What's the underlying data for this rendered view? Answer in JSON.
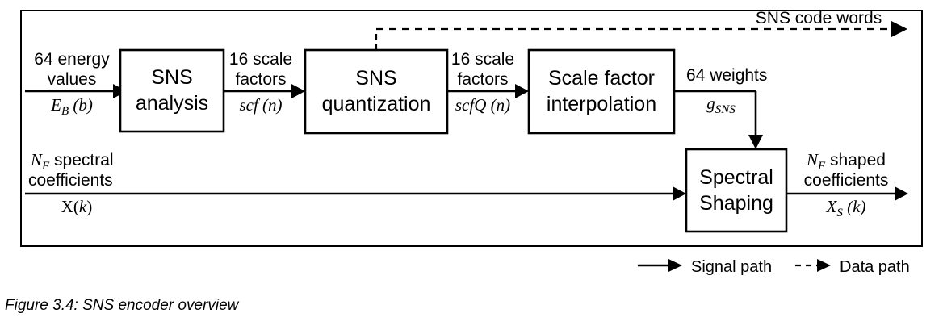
{
  "figure": {
    "caption": "Figure 3.4: SNS encoder overview"
  },
  "blocks": {
    "sns_analysis": "SNS\nanalysis",
    "sns_analysis_line1": "SNS",
    "sns_analysis_line2": "analysis",
    "sns_quantization_line1": "SNS",
    "sns_quantization_line2": "quantization",
    "scale_factor_interpolation_line1": "Scale factor",
    "scale_factor_interpolation_line2": "interpolation",
    "spectral_shaping_line1": "Spectral",
    "spectral_shaping_line2": "Shaping"
  },
  "edges": {
    "input_energy_line1": "64 energy",
    "input_energy_line2": "values",
    "input_energy_symbol_base": "E",
    "input_energy_symbol_sub": "B",
    "input_energy_symbol_arg": "(b)",
    "scf_line1": "16 scale",
    "scf_line2": "factors",
    "scf_symbol": "scf",
    "scf_symbol_arg": "(n)",
    "scfq_line1": "16 scale",
    "scfq_line2": "factors",
    "scfq_symbol": "scf",
    "scfq_symbol_q": "Q",
    "scfq_symbol_arg": "(n)",
    "weights_label": "64 weights",
    "weights_symbol_base": "g",
    "weights_symbol_sub": "SNS",
    "spectral_in_line1_n": "N",
    "spectral_in_line1_sub": "F",
    "spectral_in_line1_rest": " spectral",
    "spectral_in_line2": "coefficients",
    "spectral_in_symbol_base": "X",
    "spectral_in_symbol_arg_open": "(",
    "spectral_in_symbol_arg_k": "k",
    "spectral_in_symbol_arg_close": ")",
    "spectral_out_line1_n": "N",
    "spectral_out_line1_sub": "F",
    "spectral_out_line1_rest": " shaped",
    "spectral_out_line2": "coefficients",
    "spectral_out_symbol_base": "X",
    "spectral_out_symbol_sub": "S",
    "spectral_out_symbol_arg": "(k)",
    "code_words_label": "SNS code words"
  },
  "legend": {
    "signal_path": "Signal path",
    "data_path": "Data path"
  },
  "colors": {
    "stroke": "#000000",
    "background": "#ffffff",
    "text": "#000000"
  }
}
